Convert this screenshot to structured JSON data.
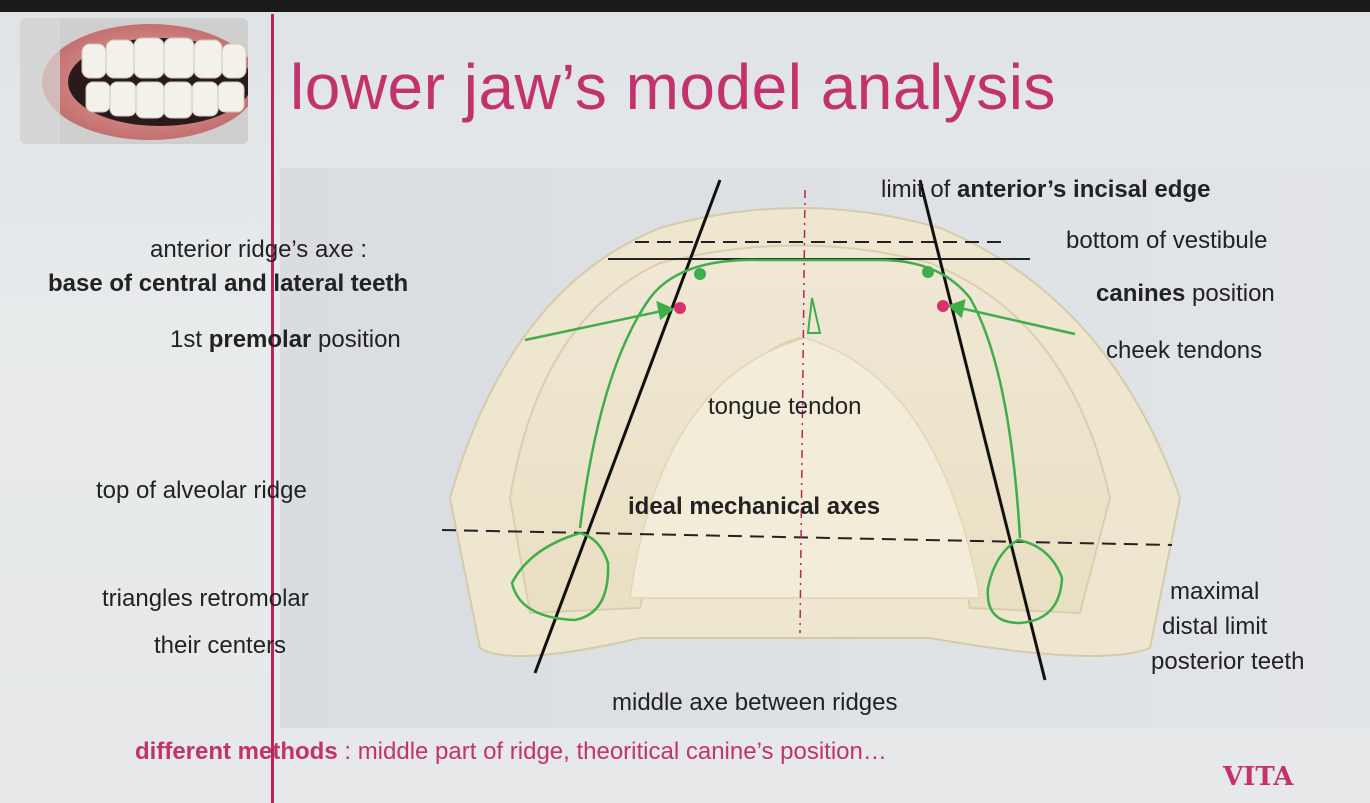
{
  "title": "lower jaw’s model analysis",
  "labels": {
    "limit_pre": "limit of ",
    "limit_bold": "anterior’s incisal edge",
    "anterior_axe": "anterior ridge’s axe :",
    "base_teeth": "base of central and lateral teeth",
    "premolar_pre": "1st ",
    "premolar_bold": "premolar",
    "premolar_post": " position",
    "bottom_vestibule": "bottom of vestibule",
    "canines_bold": "canines",
    "canines_post": " position",
    "cheek_tendons": "cheek tendons",
    "tongue_tendon": "tongue tendon",
    "top_alveolar": "top of alveolar ridge",
    "ideal_axes": "ideal mechanical axes",
    "triangles": "triangles retromolar",
    "centers": "their centers",
    "maximal": "maximal",
    "distal_limit": "distal limit",
    "posterior_teeth": "posterior teeth",
    "middle_axe": "middle axe between ridges"
  },
  "footer": {
    "bold": "different methods",
    "rest": " : middle part of ridge, theoritical canine’s position…"
  },
  "brand": "VITA",
  "colors": {
    "accent": "#c2336e",
    "green": "#3fae4a",
    "marker_red": "#d6336c"
  }
}
